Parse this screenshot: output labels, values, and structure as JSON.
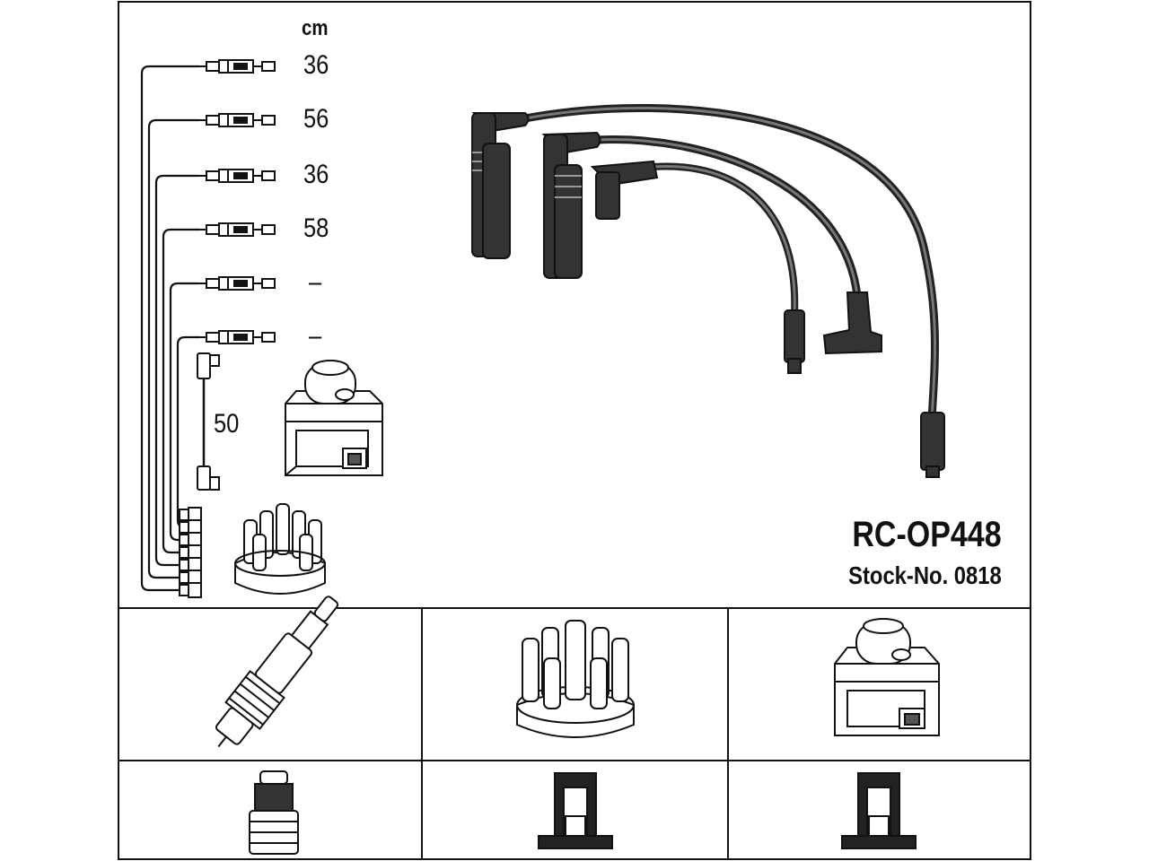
{
  "unit_label": "cm",
  "lengths": [
    "36",
    "56",
    "36",
    "58",
    "–",
    "–"
  ],
  "coil_lead_length": "50",
  "part_number": "RC-OP448",
  "stock_number": "Stock-No. 0818"
}
